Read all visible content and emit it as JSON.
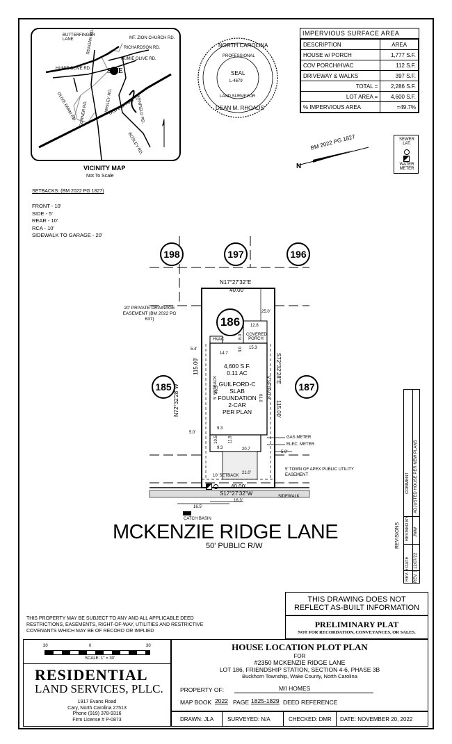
{
  "vicinity_map": {
    "title": "VICINITY MAP",
    "subtitle": "Not To Scale",
    "labels": [
      "BUTTERFINGER LANE",
      "MT. ZION CHURCH RD.",
      "RICHARDSON RD.",
      "HUMIE OLIVE RD.",
      "HUMIE OLIVE RD.",
      "SITE",
      "REAGAN RD.",
      "OLIVE FARM RD.",
      "HINSLEY RD.",
      "CORNER RD.",
      "KENFIELD RD.",
      "OLD U.S. HWY 1",
      "BOSLEY RD."
    ]
  },
  "seal": {
    "top_text": "NORTH CAROLINA",
    "professional": "PROFESSIONAL",
    "seal": "SEAL",
    "number": "L-4679",
    "land_surveyor": "LAND SURVEYOR",
    "name": "DEAN M. RHOADS"
  },
  "impervious": {
    "title": "IMPERVIOUS SURFACE AREA",
    "header": [
      "DESCRIPTION",
      "AREA"
    ],
    "rows": [
      [
        "HOUSE w/ PORCH",
        "1,777 S.F."
      ],
      [
        "COV PORCH/HVAC",
        "112 S.F."
      ],
      [
        "DRIVEWAY & WALKS",
        "397 S.F."
      ],
      [
        "TOTAL =",
        "2,286 S.F."
      ],
      [
        "LOT AREA =",
        "4,600 S.F."
      ],
      [
        "% IMPERVIOUS AREA",
        "=49.7%"
      ]
    ]
  },
  "legend": {
    "sewer": "SEWER LAT.",
    "water": "WATER METER"
  },
  "bm": "BM 2022 PG 1827",
  "setbacks": {
    "title": "SETBACKS: (BM 2022 PG 1827)",
    "items": [
      "FRONT - 10'",
      "SIDE - 5'",
      "REAR - 10'",
      "RCA - 10'",
      "SIDEWALK TO GARAGE - 20'"
    ]
  },
  "lots": {
    "l198": "198",
    "l197": "197",
    "l196": "196",
    "l185": "185",
    "l187": "187",
    "l186": "186"
  },
  "plot": {
    "north_bearing": "N17°27'32\"E",
    "north_dist": "40.00'",
    "south_bearing": "S17°27'32\"W",
    "south_dist": "40.00'",
    "west_bearing": "N72°32'28\"W",
    "west_dist": "115.00'",
    "east_bearing": "S72°32'28\"E",
    "east_dist": "115.00'",
    "rear_dist": "25.0'",
    "area": "4,600 S.F.",
    "acres": "0.11 AC",
    "house": "GUILFORD-C",
    "slab": "SLAB",
    "foundation": "FOUNDATION",
    "garage": "2-CAR",
    "per_plan": "PER PLAN",
    "hvac": "HVAC",
    "covered_porch": "COVERED PORCH",
    "dim_12_8": "12.8",
    "dim_8_0": "8.0",
    "dim_15_3": "15.3",
    "dim_14_7": "14.7",
    "dim_3_0": "3.0",
    "dim_5_4": "5.4'",
    "dim_46_5": "46.5",
    "dim_61_0": "61.0",
    "dim_9_3a": "9.3",
    "dim_9_3b": "9.3",
    "dim_10_5": "10.5",
    "dim_11_5": "11.5",
    "dim_20_7": "20.7",
    "dim_21_0": "21.0'",
    "dim_5_0a": "5.0'",
    "dim_5_0b": "5.0'",
    "dim_16_5": "16.5'",
    "dim_16_3": "16.3'",
    "setback_w": "5' SETBACK",
    "setback_e": "5' SETBACK",
    "setback_front": "10' SETBACK",
    "gas_meter": "GAS METER",
    "elec_meter": "ELEC. METER",
    "easement_private": "20' PRIVATE DRAINAGE EASEMENT (BM 2022 PG 637)",
    "easement_public": "5' TOWN OF APEX PUBLIC UTILITY EASEMENT",
    "sidewalk": "SIDEWALK",
    "catch_basin": "CATCH BASIN",
    "street": "MCKENZIE RIDGE LANE",
    "row": "50' PUBLIC R/W"
  },
  "revisions": {
    "title": "REVISIONS",
    "headers": [
      "REV. #",
      "DATE",
      "REVISED BY",
      "COMMENT"
    ],
    "row": [
      "REV. 1",
      "12/07/22",
      "JWW",
      "ADJUSTED HOUSE PER NEW PLANS"
    ]
  },
  "notice": {
    "line1": "THIS DRAWING DOES NOT",
    "line2": "REFLECT AS-BUILT INFORMATION",
    "prelim": "PRELIMINARY PLAT",
    "prelim_sub": "NOT FOR RECORDATION, CONVEYANCES, OR SALES."
  },
  "disclaimer": "THIS PROPERTY MAY BE SUBJECT TO ANY AND ALL APPLICABLE DEED RESTRICTIONS, EASEMENTS, RIGHT-OF-WAY, UTILITIES AND RESTRICTIVE COVENANTS WHICH MAY BE OF RECORD OR IMPLIED",
  "scale": {
    "ticks": [
      "30",
      "0",
      "30"
    ],
    "label": "SCALE: 1\" = 30'"
  },
  "company": {
    "name1": "RESIDENTIAL",
    "name2": "LAND SERVICES, PLLC.",
    "address1": "1917 Evans Road",
    "address2": "Cary, North Carolina 27513",
    "phone": "Phone (919) 378-9316",
    "license": "Firm License # P-0873"
  },
  "title_block": {
    "title": "HOUSE LOCATION PLOT PLAN",
    "for": "FOR",
    "address": "#2350 MCKENZIE RIDGE LANE",
    "lot": "LOT 186, FRIENDSHIP STATION, SECTION 4-6, PHASE 3B",
    "township": "Buckhorn Township, Wake County, North Carolina",
    "property_of_label": "PROPERTY OF:",
    "property_of": "M/I HOMES",
    "map_book_label": "MAP BOOK",
    "map_book": "2022",
    "page_label": "PAGE",
    "page": "1825-1829",
    "deed": "DEED REFERENCE",
    "drawn": "DRAWN: JLA",
    "surveyed": "SURVEYED: N/A",
    "checked": "CHECKED: DMR",
    "date": "DATE: NOVEMBER 20, 2022"
  }
}
